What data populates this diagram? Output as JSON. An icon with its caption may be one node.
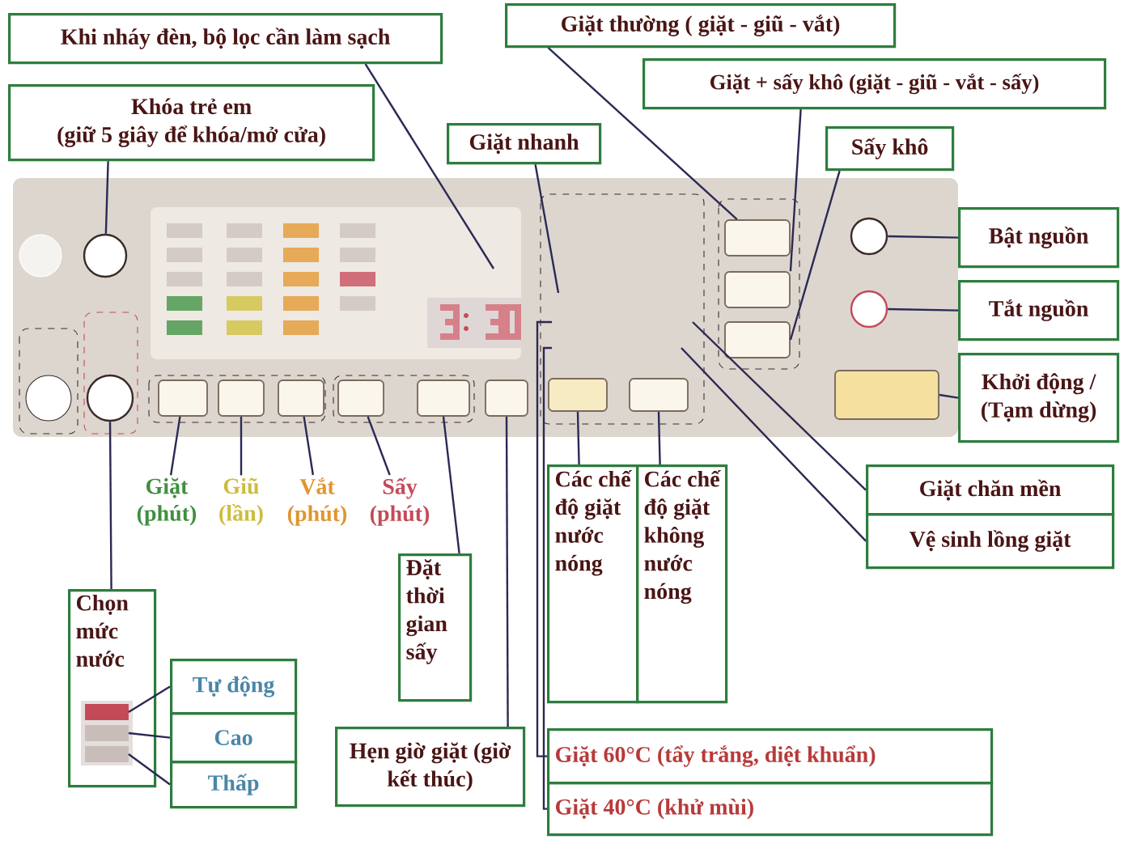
{
  "diagram": {
    "nodes": [
      {
        "text": [
          "Khi nháy đèn, bộ lọc cần làm sạch"
        ]
      },
      {
        "text": [
          "Khóa trẻ em",
          "(giữ 5 giây để khóa/mở cửa)"
        ]
      },
      {
        "text": [
          "Giặt thường ( giặt - giũ - vắt)"
        ]
      },
      {
        "text": [
          "Giặt + sấy khô (giặt - giũ - vắt - sấy)"
        ]
      },
      {
        "text": [
          "Giặt nhanh"
        ]
      },
      {
        "text": [
          "Sấy khô"
        ]
      },
      {
        "text": [
          "Bật nguồn"
        ]
      },
      {
        "text": [
          "Tắt nguồn"
        ]
      },
      {
        "text": [
          "Khởi động / (Tạm dừng)"
        ]
      },
      {
        "text": [
          "Giặt chăn mền"
        ]
      },
      {
        "text": [
          "Vệ sinh lồng giặt"
        ]
      },
      {
        "text": [
          "Các chế độ giặt nước nóng"
        ]
      },
      {
        "text": [
          "Các chế độ giặt không nước nóng"
        ]
      },
      {
        "text": [
          "Giặt 60°C (tẩy trắng, diệt khuẩn)"
        ]
      },
      {
        "text": [
          "Giặt 40°C (khử mùi)"
        ]
      },
      {
        "text": [
          "Hẹn giờ giặt (giờ kết thúc)"
        ]
      },
      {
        "text": [
          "Đặt thời gian sấy"
        ]
      },
      {
        "text": [
          "Chọn mức nước"
        ]
      },
      {
        "text": [
          "Tự động"
        ]
      },
      {
        "text": [
          "Cao"
        ]
      },
      {
        "text": [
          "Thấp"
        ]
      },
      {
        "text": [
          "Giặt (phút)"
        ]
      },
      {
        "text": [
          "Giũ (lần)"
        ]
      },
      {
        "text": [
          "Vắt (phút)"
        ]
      },
      {
        "text": [
          "Sấy (phút)"
        ]
      },
      {
        "text": [],
        "shape": "circle"
      },
      {
        "text": [],
        "shape": "circle"
      },
      {
        "text": [],
        "shape": "box"
      },
      {
        "text": [],
        "shape": "box"
      },
      {
        "text": [],
        "shape": "box"
      },
      {
        "text": [],
        "shape": "box"
      },
      {
        "text": [],
        "shape": "box"
      },
      {
        "text": [],
        "shape": "box"
      },
      {
        "text": [],
        "shape": "box"
      },
      {
        "text": [],
        "shape": "box"
      },
      {
        "text": [],
        "shape": "box"
      },
      {
        "text": [],
        "shape": "box"
      },
      {
        "text": [],
        "shape": "box"
      },
      {
        "text": [],
        "shape": "circle"
      },
      {
        "text": [],
        "shape": "circle"
      },
      {
        "text": [],
        "shape": "box"
      },
      {
        "text": [],
        "shape": "box",
        "in": 17
      },
      {
        "text": [],
        "shape": "box",
        "in": 17
      },
      {
        "text": [],
        "shape": "box",
        "in": 17
      }
    ],
    "edges": [
      {
        "from": 0,
        "to": null,
        "arrow": "none"
      },
      {
        "from": 1,
        "to": 25,
        "arrow": "none"
      },
      {
        "from": 2,
        "to": 35,
        "arrow": "none"
      },
      {
        "from": 3,
        "to": 36,
        "arrow": "none"
      },
      {
        "from": 4,
        "to": null,
        "arrow": "none"
      },
      {
        "from": 5,
        "to": 37,
        "arrow": "none"
      },
      {
        "from": 6,
        "to": 38,
        "arrow": "none"
      },
      {
        "from": 7,
        "to": 39,
        "arrow": "none"
      },
      {
        "from": 8,
        "to": 40,
        "arrow": "none"
      },
      {
        "from": 9,
        "to": null,
        "arrow": "none"
      },
      {
        "from": 10,
        "to": null,
        "arrow": "none"
      },
      {
        "from": 11,
        "to": 33,
        "arrow": "none"
      },
      {
        "from": 12,
        "to": 34,
        "arrow": "none"
      },
      {
        "from": 13,
        "to": null,
        "arrow": "none"
      },
      {
        "from": 14,
        "to": null,
        "arrow": "none"
      },
      {
        "from": 15,
        "to": 32,
        "arrow": "none"
      },
      {
        "from": 16,
        "to": 31,
        "arrow": "none"
      },
      {
        "from": 17,
        "to": 26,
        "arrow": "none"
      },
      {
        "from": 18,
        "to": 41,
        "arrow": "none"
      },
      {
        "from": 19,
        "to": 42,
        "arrow": "none"
      },
      {
        "from": 20,
        "to": 43,
        "arrow": "none"
      },
      {
        "from": 21,
        "to": 27,
        "arrow": "none"
      },
      {
        "from": 22,
        "to": 28,
        "arrow": "none"
      },
      {
        "from": 23,
        "to": 29,
        "arrow": "none"
      },
      {
        "from": 24,
        "to": 30,
        "arrow": "none"
      }
    ]
  }
}
